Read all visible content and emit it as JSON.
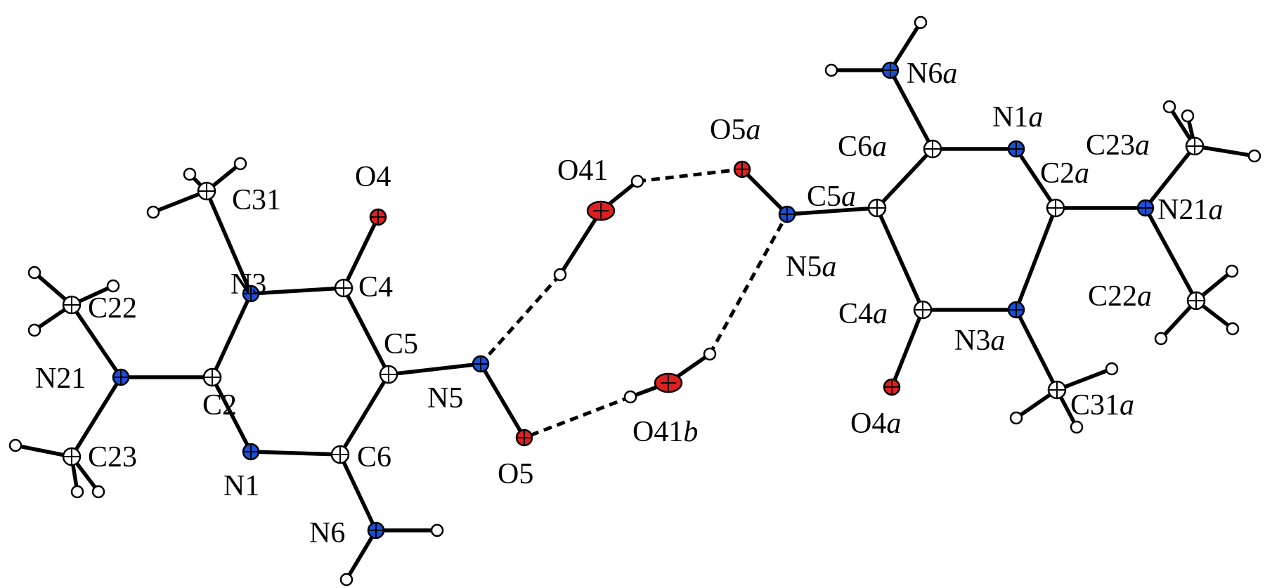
{
  "colors": {
    "carbon": "#ffffff",
    "nitrogen": "#1a4fd8",
    "oxygen": "#e02020",
    "hydrogen": "#ffffff",
    "bond": "#000000"
  },
  "atoms": [
    {
      "id": "C2",
      "element": "C",
      "label": "C2",
      "suffix": ""
    },
    {
      "id": "N1",
      "element": "N",
      "label": "N1",
      "suffix": ""
    },
    {
      "id": "N3",
      "element": "N",
      "label": "N3",
      "suffix": ""
    },
    {
      "id": "C4",
      "element": "C",
      "label": "C4",
      "suffix": ""
    },
    {
      "id": "C5",
      "element": "C",
      "label": "C5",
      "suffix": ""
    },
    {
      "id": "C6",
      "element": "C",
      "label": "C6",
      "suffix": ""
    },
    {
      "id": "O4",
      "element": "O",
      "label": "O4",
      "suffix": ""
    },
    {
      "id": "N5",
      "element": "N",
      "label": "N5",
      "suffix": ""
    },
    {
      "id": "O5",
      "element": "O",
      "label": "O5",
      "suffix": ""
    },
    {
      "id": "N6",
      "element": "N",
      "label": "N6",
      "suffix": ""
    },
    {
      "id": "N21",
      "element": "N",
      "label": "N21",
      "suffix": ""
    },
    {
      "id": "C22",
      "element": "C",
      "label": "C22",
      "suffix": ""
    },
    {
      "id": "C23",
      "element": "C",
      "label": "C23",
      "suffix": ""
    },
    {
      "id": "C31",
      "element": "C",
      "label": "C31",
      "suffix": ""
    },
    {
      "id": "O41",
      "element": "O",
      "label": "O41",
      "suffix": ""
    },
    {
      "id": "O41b",
      "element": "O",
      "label": "O41",
      "suffix": "b"
    },
    {
      "id": "C2a",
      "element": "C",
      "label": "C2",
      "suffix": "a"
    },
    {
      "id": "N1a",
      "element": "N",
      "label": "N1",
      "suffix": "a"
    },
    {
      "id": "N3a",
      "element": "N",
      "label": "N3",
      "suffix": "a"
    },
    {
      "id": "C4a",
      "element": "C",
      "label": "C4",
      "suffix": "a"
    },
    {
      "id": "C5a",
      "element": "C",
      "label": "C5",
      "suffix": "a"
    },
    {
      "id": "C6a",
      "element": "C",
      "label": "C6",
      "suffix": "a"
    },
    {
      "id": "O4a",
      "element": "O",
      "label": "O4",
      "suffix": "a"
    },
    {
      "id": "N5a",
      "element": "N",
      "label": "N5",
      "suffix": "a"
    },
    {
      "id": "O5a",
      "element": "O",
      "label": "O5",
      "suffix": "a"
    },
    {
      "id": "N6a",
      "element": "N",
      "label": "N6",
      "suffix": "a"
    },
    {
      "id": "N21a",
      "element": "N",
      "label": "N21",
      "suffix": "a"
    },
    {
      "id": "C22a",
      "element": "C",
      "label": "C22",
      "suffix": "a"
    },
    {
      "id": "C23a",
      "element": "C",
      "label": "C23",
      "suffix": "a"
    },
    {
      "id": "C31a",
      "element": "C",
      "label": "C31",
      "suffix": "a"
    }
  ],
  "bonds": [
    [
      "N21",
      "C2"
    ],
    [
      "C2",
      "N3"
    ],
    [
      "C2",
      "N1"
    ],
    [
      "N3",
      "C4"
    ],
    [
      "N3",
      "C31"
    ],
    [
      "C4",
      "O4"
    ],
    [
      "C4",
      "C5"
    ],
    [
      "C5",
      "C6"
    ],
    [
      "N1",
      "C6"
    ],
    [
      "C5",
      "N5"
    ],
    [
      "N5",
      "O5"
    ],
    [
      "C6",
      "N6"
    ],
    [
      "N21",
      "C22"
    ],
    [
      "N21",
      "C23"
    ],
    [
      "N21a",
      "C2a"
    ],
    [
      "C2a",
      "N1a"
    ],
    [
      "C2a",
      "N3a"
    ],
    [
      "N1a",
      "C6a"
    ],
    [
      "C6a",
      "C5a"
    ],
    [
      "C5a",
      "C4a"
    ],
    [
      "C4a",
      "N3a"
    ],
    [
      "C4a",
      "O4a"
    ],
    [
      "N3a",
      "C31a"
    ],
    [
      "C5a",
      "N5a"
    ],
    [
      "N5a",
      "O5a"
    ],
    [
      "C6a",
      "N6a"
    ],
    [
      "N21a",
      "C22a"
    ],
    [
      "N21a",
      "C23a"
    ],
    [
      "O41",
      "H41a"
    ],
    [
      "O41",
      "H41b"
    ],
    [
      "O41b",
      "H41c"
    ],
    [
      "O41b",
      "H41d"
    ],
    [
      "N6",
      "H6a"
    ],
    [
      "N6",
      "H6b"
    ],
    [
      "N6a",
      "H6c"
    ],
    [
      "N6a",
      "H6d"
    ],
    [
      "C31",
      "H31a"
    ],
    [
      "C31",
      "H31b"
    ],
    [
      "C31",
      "H31c"
    ],
    [
      "C22",
      "H22a"
    ],
    [
      "C22",
      "H22b"
    ],
    [
      "C22",
      "H22c"
    ],
    [
      "C23",
      "H23a"
    ],
    [
      "C23",
      "H23b"
    ],
    [
      "C23",
      "H23c"
    ],
    [
      "C31a",
      "H31d"
    ],
    [
      "C31a",
      "H31e"
    ],
    [
      "C31a",
      "H31f"
    ],
    [
      "C22a",
      "H22d"
    ],
    [
      "C22a",
      "H22e"
    ],
    [
      "C22a",
      "H22f"
    ],
    [
      "C23a",
      "H23d"
    ],
    [
      "C23a",
      "H23e"
    ],
    [
      "C23a",
      "H23f"
    ]
  ],
  "hydrogen_bonds": [
    [
      "H41a",
      "O5a"
    ],
    [
      "H41b",
      "N5"
    ],
    [
      "H41d",
      "O5"
    ],
    [
      "H41c",
      "N5a"
    ]
  ]
}
